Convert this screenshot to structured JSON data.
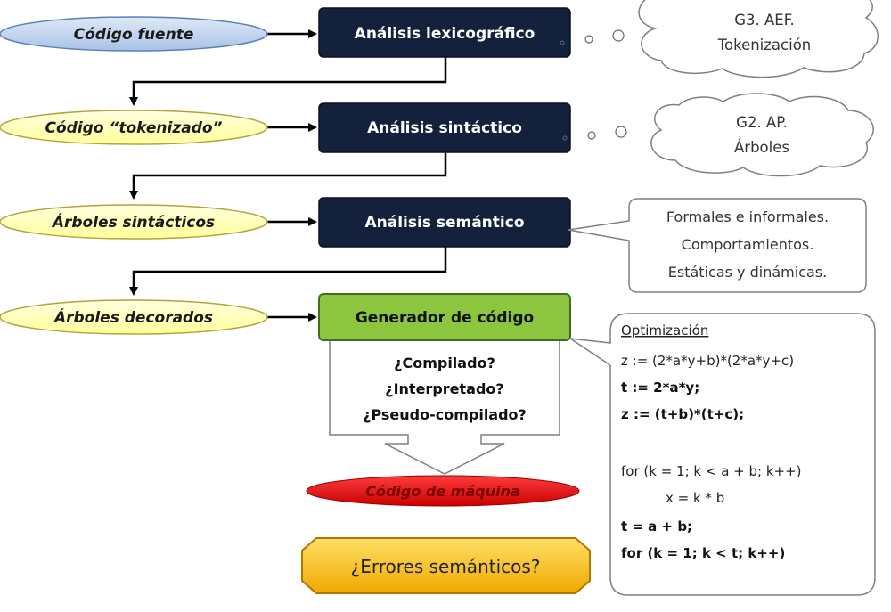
{
  "inputs": [
    {
      "label": "Código fuente"
    },
    {
      "label": "Código “tokenizado”"
    },
    {
      "label": "Árboles sintácticos"
    },
    {
      "label": "Árboles decorados"
    }
  ],
  "phases": [
    {
      "label": "Análisis lexicográfico"
    },
    {
      "label": "Análisis sintáctico"
    },
    {
      "label": "Análisis semántico"
    },
    {
      "label": "Generador de código"
    }
  ],
  "clouds": [
    {
      "line1": "G3. AEF.",
      "line2": "Tokenización"
    },
    {
      "line1": "G2. AP.",
      "line2": "Árboles"
    }
  ],
  "semantic_callout": {
    "lines": [
      "Formales e informales.",
      "Comportamientos.",
      "Estáticas y dinámicas."
    ]
  },
  "generation_questions": [
    "¿Compilado?",
    "¿Interpretado?",
    "¿Pseudo-compilado?"
  ],
  "machine_code": "Código de máquina",
  "errors_label": "¿Errores semánticos?",
  "optimization": {
    "title": "Optimización",
    "lines": [
      {
        "text": "z := (2*a*y+b)*(2*a*y+c)",
        "bold": false
      },
      {
        "text": "t := 2*a*y;",
        "bold": true
      },
      {
        "text": "z := (t+b)*(t+c);",
        "bold": true
      },
      {
        "text": "for (k = 1; k < a + b; k++)",
        "bold": false
      },
      {
        "text": "x = k * b",
        "bold": false
      },
      {
        "text": "t = a + b;",
        "bold": true
      },
      {
        "text": "for (k = 1; k < t; k++)",
        "bold": true
      }
    ]
  },
  "colors": {
    "phase_box": "#14213d",
    "generator_box": "#8cc63f",
    "oval_blue": "#c6d9f1",
    "oval_yellow": "#ffffc0",
    "machine_oval": "#e60000",
    "errors_fill": "#ffc000"
  }
}
